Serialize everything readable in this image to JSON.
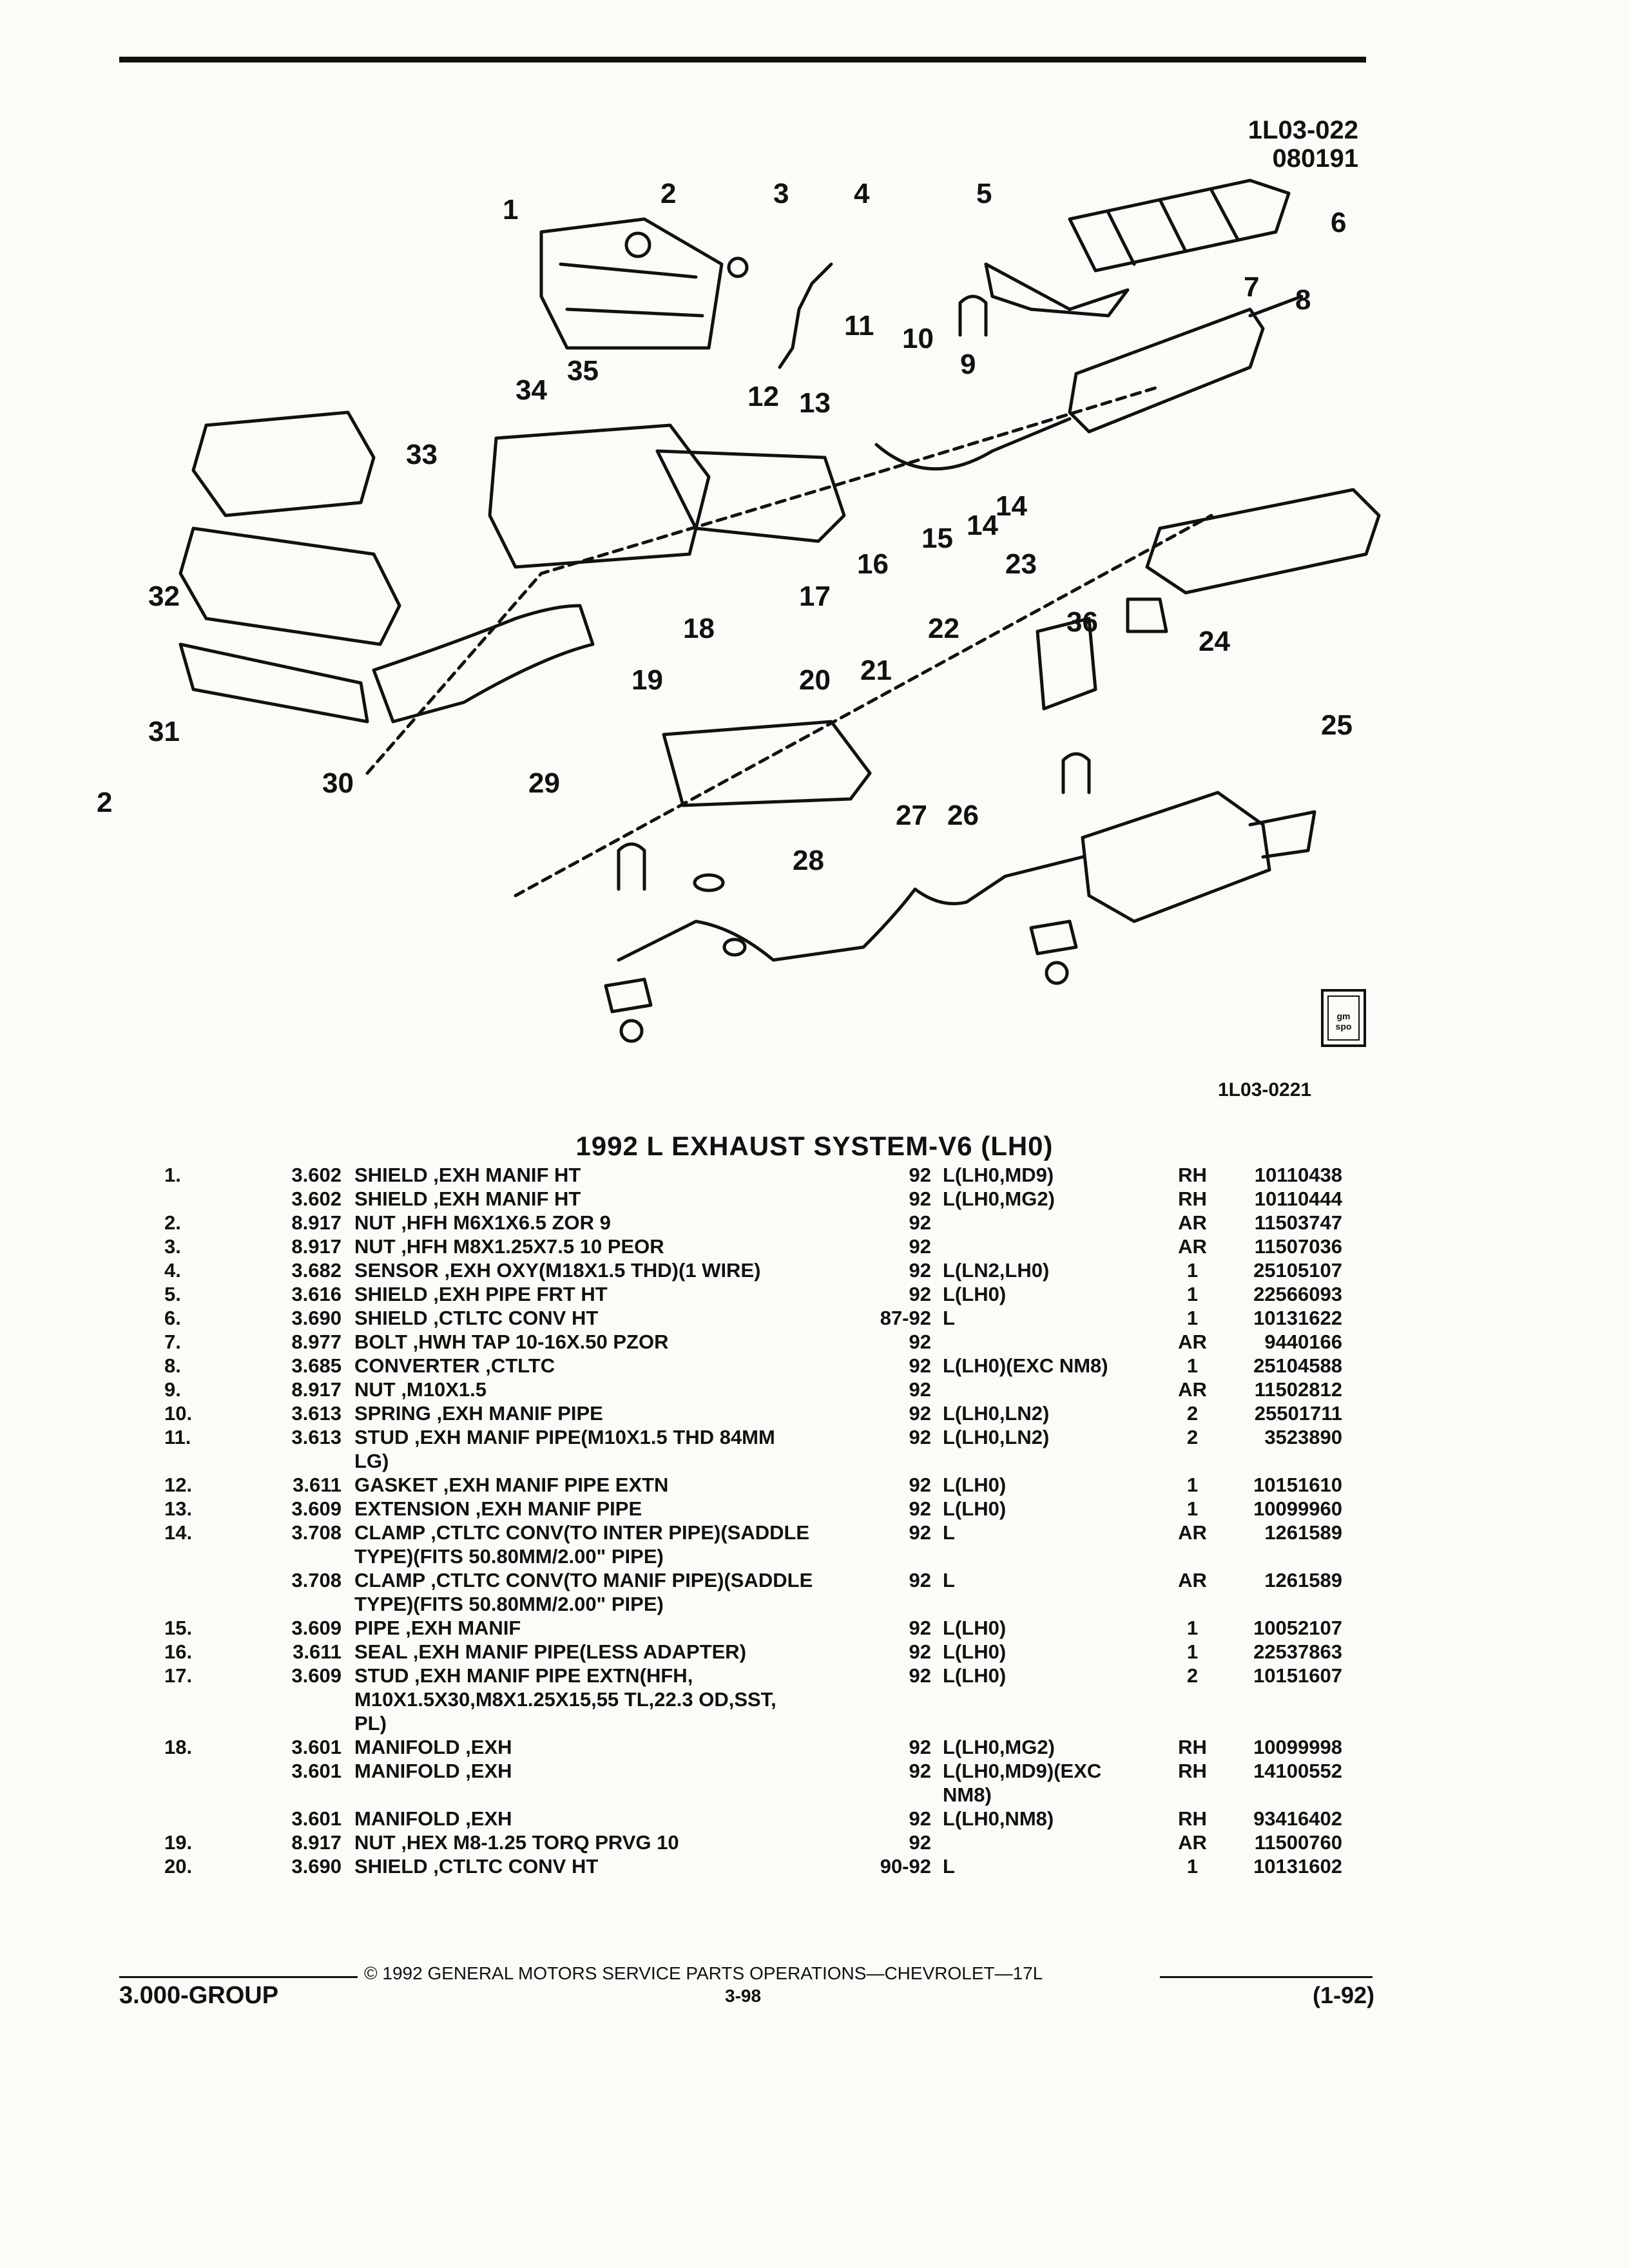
{
  "figure": {
    "ref_line1": "1L03-022",
    "ref_line2": "080191",
    "code": "1L03-0221",
    "badge": "gm spo"
  },
  "title": "1992 L EXHAUST SYSTEM-V6 (LH0)",
  "callouts": [
    "1",
    "2",
    "3",
    "4",
    "5",
    "6",
    "7",
    "8",
    "9",
    "10",
    "11",
    "12",
    "13",
    "14",
    "15",
    "16",
    "17",
    "18",
    "19",
    "20",
    "21",
    "22",
    "23",
    "24",
    "25",
    "26",
    "27",
    "28",
    "29",
    "30",
    "31",
    "32",
    "33",
    "34",
    "35",
    "36"
  ],
  "parts": [
    {
      "num": "1.",
      "group": "3.602",
      "desc": "SHIELD ,EXH MANIF HT",
      "year": "92",
      "usage": "L(LH0,MD9)",
      "qty": "RH",
      "pn": "10110438"
    },
    {
      "num": "",
      "group": "3.602",
      "desc": "SHIELD ,EXH MANIF HT",
      "year": "92",
      "usage": "L(LH0,MG2)",
      "qty": "RH",
      "pn": "10110444"
    },
    {
      "num": "2.",
      "group": "8.917",
      "desc": "NUT ,HFH M6X1X6.5 ZOR 9",
      "year": "92",
      "usage": "",
      "qty": "AR",
      "pn": "11503747"
    },
    {
      "num": "3.",
      "group": "8.917",
      "desc": "NUT ,HFH M8X1.25X7.5 10 PEOR",
      "year": "92",
      "usage": "",
      "qty": "AR",
      "pn": "11507036"
    },
    {
      "num": "4.",
      "group": "3.682",
      "desc": "SENSOR ,EXH OXY(M18X1.5 THD)(1 WIRE)",
      "year": "92",
      "usage": "L(LN2,LH0)",
      "qty": "1",
      "pn": "25105107"
    },
    {
      "num": "5.",
      "group": "3.616",
      "desc": "SHIELD ,EXH PIPE FRT HT",
      "year": "92",
      "usage": "L(LH0)",
      "qty": "1",
      "pn": "22566093"
    },
    {
      "num": "6.",
      "group": "3.690",
      "desc": "SHIELD ,CTLTC CONV HT",
      "year": "87-92",
      "usage": "L",
      "qty": "1",
      "pn": "10131622"
    },
    {
      "num": "7.",
      "group": "8.977",
      "desc": "BOLT ,HWH TAP 10-16X.50 PZOR",
      "year": "92",
      "usage": "",
      "qty": "AR",
      "pn": "9440166"
    },
    {
      "num": "8.",
      "group": "3.685",
      "desc": "CONVERTER ,CTLTC",
      "year": "92",
      "usage": "L(LH0)(EXC NM8)",
      "qty": "1",
      "pn": "25104588"
    },
    {
      "num": "9.",
      "group": "8.917",
      "desc": "NUT ,M10X1.5",
      "year": "92",
      "usage": "",
      "qty": "AR",
      "pn": "11502812"
    },
    {
      "num": "10.",
      "group": "3.613",
      "desc": "SPRING ,EXH MANIF PIPE",
      "year": "92",
      "usage": "L(LH0,LN2)",
      "qty": "2",
      "pn": "25501711"
    },
    {
      "num": "11.",
      "group": "3.613",
      "desc": "STUD ,EXH MANIF PIPE(M10X1.5 THD 84MM",
      "desc2": "LG)",
      "year": "92",
      "usage": "L(LH0,LN2)",
      "qty": "2",
      "pn": "3523890"
    },
    {
      "num": "12.",
      "group": "3.611",
      "desc": "GASKET ,EXH MANIF PIPE EXTN",
      "year": "92",
      "usage": "L(LH0)",
      "qty": "1",
      "pn": "10151610"
    },
    {
      "num": "13.",
      "group": "3.609",
      "desc": "EXTENSION ,EXH MANIF PIPE",
      "year": "92",
      "usage": "L(LH0)",
      "qty": "1",
      "pn": "10099960"
    },
    {
      "num": "14.",
      "group": "3.708",
      "desc": "CLAMP ,CTLTC CONV(TO INTER PIPE)(SADDLE",
      "desc2": "TYPE)(FITS 50.80MM/2.00\" PIPE)",
      "year": "92",
      "usage": "L",
      "qty": "AR",
      "pn": "1261589"
    },
    {
      "num": "",
      "group": "3.708",
      "desc": "CLAMP ,CTLTC CONV(TO MANIF PIPE)(SADDLE",
      "desc2": "TYPE)(FITS 50.80MM/2.00\" PIPE)",
      "year": "92",
      "usage": "L",
      "qty": "AR",
      "pn": "1261589"
    },
    {
      "num": "15.",
      "group": "3.609",
      "desc": "PIPE ,EXH MANIF",
      "year": "92",
      "usage": "L(LH0)",
      "qty": "1",
      "pn": "10052107"
    },
    {
      "num": "16.",
      "group": "3.611",
      "desc": "SEAL ,EXH MANIF PIPE(LESS ADAPTER)",
      "year": "92",
      "usage": "L(LH0)",
      "qty": "1",
      "pn": "22537863"
    },
    {
      "num": "17.",
      "group": "3.609",
      "desc": "STUD ,EXH MANIF PIPE EXTN(HFH,",
      "desc2": "M10X1.5X30,M8X1.25X15,55 TL,22.3 OD,SST,",
      "desc3": "PL)",
      "year": "92",
      "usage": "L(LH0)",
      "qty": "2",
      "pn": "10151607"
    },
    {
      "num": "18.",
      "group": "3.601",
      "desc": "MANIFOLD ,EXH",
      "year": "92",
      "usage": "L(LH0,MG2)",
      "qty": "RH",
      "pn": "10099998"
    },
    {
      "num": "",
      "group": "3.601",
      "desc": "MANIFOLD ,EXH",
      "year": "92",
      "usage": "L(LH0,MD9)(EXC",
      "usage2": "NM8)",
      "qty": "RH",
      "pn": "14100552"
    },
    {
      "num": "",
      "group": "3.601",
      "desc": "MANIFOLD ,EXH",
      "year": "92",
      "usage": "L(LH0,NM8)",
      "qty": "RH",
      "pn": "93416402"
    },
    {
      "num": "19.",
      "group": "8.917",
      "desc": "NUT ,HEX M8-1.25 TORQ PRVG 10",
      "year": "92",
      "usage": "",
      "qty": "AR",
      "pn": "11500760"
    },
    {
      "num": "20.",
      "group": "3.690",
      "desc": "SHIELD ,CTLTC CONV HT",
      "year": "90-92",
      "usage": "L",
      "qty": "1",
      "pn": "10131602"
    }
  ],
  "footer": {
    "copyright": "© 1992 GENERAL MOTORS SERVICE PARTS OPERATIONS—CHEVROLET—17L",
    "group": "3.000-GROUP",
    "page": "3-98",
    "edition": "(1-92)"
  }
}
